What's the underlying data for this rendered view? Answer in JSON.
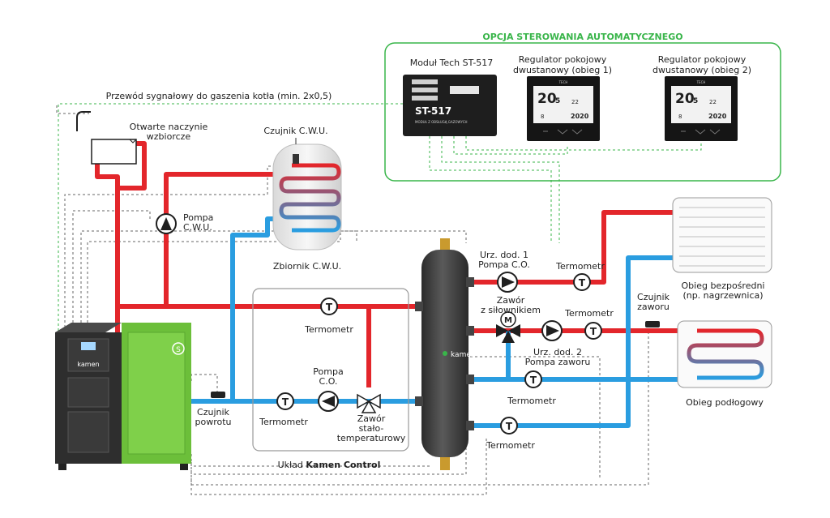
{
  "title_automatic": "OPCJA STEROWANIA AUTOMATYCZNEGO",
  "signal_wire": "Przewód sygnałowy do gaszenia kotła (min. 2x0,5)",
  "module": {
    "title": "Moduł Tech ST-517",
    "device_label": "ST-517",
    "device_sub": "MODUŁ Z OBSŁUGĄ GAZOWYCH"
  },
  "regulator1": {
    "line1": "Regulator pokojowy",
    "line2": "dwustanowy (obieg 1)"
  },
  "regulator2": {
    "line1": "Regulator pokojowy",
    "line2": "dwustanowy (obieg 2)"
  },
  "thermostat_screen": {
    "brand": "TECH",
    "temp": "20",
    "temp_dec": "5",
    "small1": "22",
    "small2": "8",
    "year": "2020"
  },
  "expansion_tank": {
    "line1": "Otwarte naczynie",
    "line2": "wzbiorcze"
  },
  "dhw_sensor": "Czujnik C.W.U.",
  "dhw_pump": {
    "line1": "Pompa",
    "line2": "C.W.U."
  },
  "dhw_tank": "Zbiornik C.W.U.",
  "boiler_brand": "kamen",
  "boiler_badge": "S",
  "separator_brand": "kamen",
  "return_sensor": {
    "line1": "Czujnik",
    "line2": "powrotu"
  },
  "thermometer": "Termometr",
  "thermometer_glyph": "T",
  "valve_glyph": "M",
  "co_pump": {
    "line1": "Pompa",
    "line2": "C.O."
  },
  "thermostatic_valve": {
    "line1": "Zawór",
    "line2": "stało-",
    "line3": "temperaturowy"
  },
  "kamen_control": {
    "prefix": "Układ ",
    "bold": "Kamen Control"
  },
  "circuit1_pump": {
    "line1": "Urz. dod. 1",
    "line2": "Pompa C.O."
  },
  "actuator_valve": {
    "line1": "Zawór",
    "line2": "z siłownikiem"
  },
  "circuit2_pump": {
    "line1": "Urz. dod. 2",
    "line2": "Pompa zaworu"
  },
  "valve_sensor": {
    "line1": "Czujnik",
    "line2": "zaworu"
  },
  "direct_circuit": {
    "line1": "Obieg bezpośredni",
    "line2": "(np. nagrzewnica)"
  },
  "floor_circuit": "Obieg podłogowy",
  "colors": {
    "supply": "#e3262b",
    "return": "#2a9de0",
    "accent": "#39b54a",
    "boiler": "#6cbf3a",
    "signal": "#666666"
  }
}
